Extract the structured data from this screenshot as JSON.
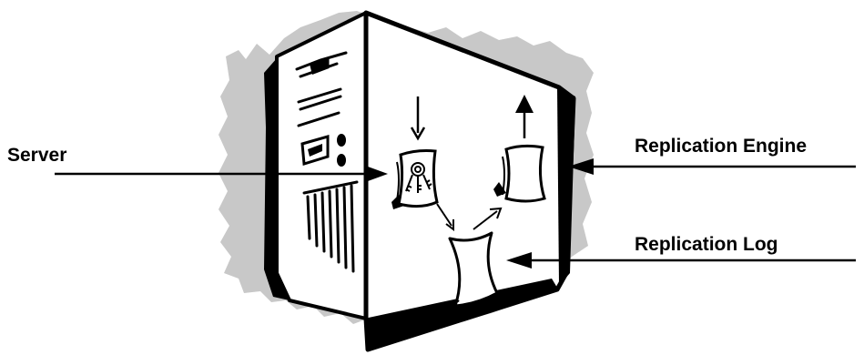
{
  "labels": {
    "server": "Server",
    "replication_engine": "Replication Engine",
    "replication_log": "Replication Log"
  },
  "icons": {
    "server": "server-tower-icon",
    "engine": "document-icon",
    "log": "page-icon",
    "keys": "keys-icon"
  },
  "colors": {
    "ink": "#000000",
    "shadow": "#c8c8c8",
    "paper": "#ffffff"
  }
}
